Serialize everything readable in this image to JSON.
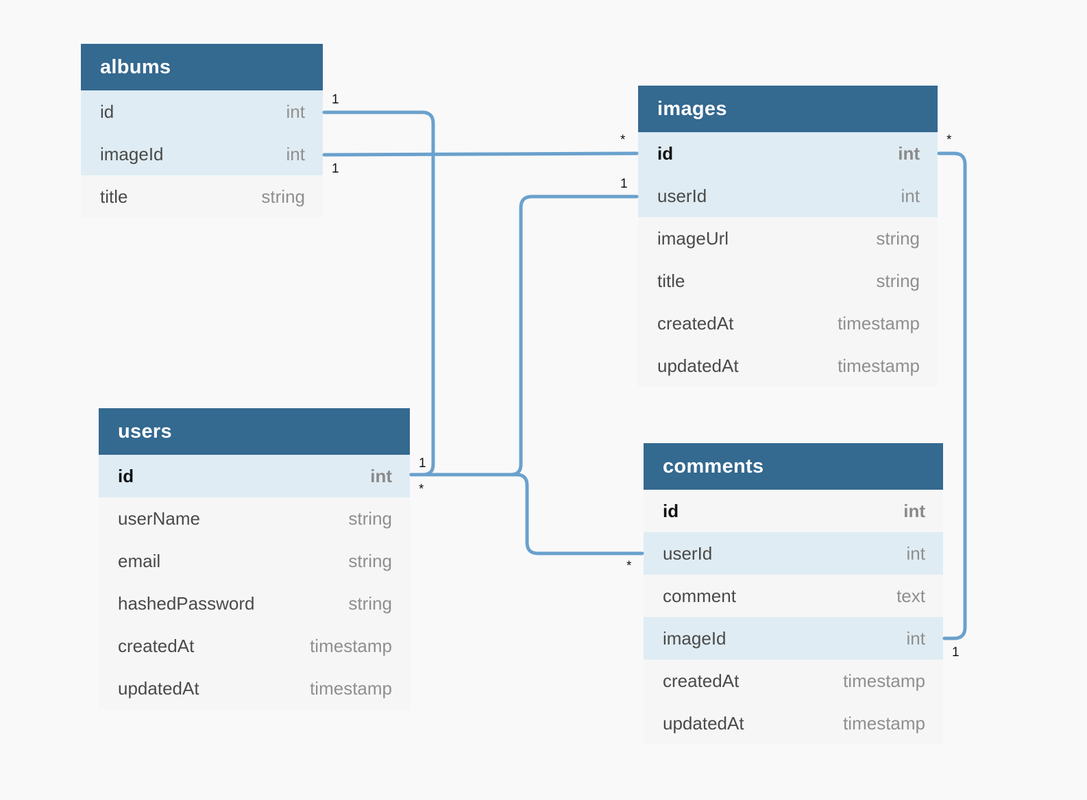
{
  "tables": {
    "albums": {
      "name": "albums",
      "fields": [
        {
          "name": "id",
          "type": "int"
        },
        {
          "name": "imageId",
          "type": "int"
        },
        {
          "name": "title",
          "type": "string"
        }
      ]
    },
    "images": {
      "name": "images",
      "fields": [
        {
          "name": "id",
          "type": "int"
        },
        {
          "name": "userId",
          "type": "int"
        },
        {
          "name": "imageUrl",
          "type": "string"
        },
        {
          "name": "title",
          "type": "string"
        },
        {
          "name": "createdAt",
          "type": "timestamp"
        },
        {
          "name": "updatedAt",
          "type": "timestamp"
        }
      ]
    },
    "users": {
      "name": "users",
      "fields": [
        {
          "name": "id",
          "type": "int"
        },
        {
          "name": "userName",
          "type": "string"
        },
        {
          "name": "email",
          "type": "string"
        },
        {
          "name": "hashedPassword",
          "type": "string"
        },
        {
          "name": "createdAt",
          "type": "timestamp"
        },
        {
          "name": "updatedAt",
          "type": "timestamp"
        }
      ]
    },
    "comments": {
      "name": "comments",
      "fields": [
        {
          "name": "id",
          "type": "int"
        },
        {
          "name": "userId",
          "type": "int"
        },
        {
          "name": "comment",
          "type": "text"
        },
        {
          "name": "imageId",
          "type": "int"
        },
        {
          "name": "createdAt",
          "type": "timestamp"
        },
        {
          "name": "updatedAt",
          "type": "timestamp"
        }
      ]
    }
  },
  "relationships": [
    {
      "from": "albums.id",
      "to": "users.id",
      "from_card": "1",
      "to_card": "1"
    },
    {
      "from": "albums.imageId",
      "to": "images.id",
      "from_card": "1",
      "to_card": "*"
    },
    {
      "from": "images.userId",
      "to": "users.id",
      "from_card": "1",
      "to_card": "*"
    },
    {
      "from": "users.id",
      "to": "comments.userId",
      "from_card": "*",
      "to_card": "*"
    },
    {
      "from": "images.id",
      "to": "comments.imageId",
      "from_card": "*",
      "to_card": "1"
    }
  ],
  "colors": {
    "header": "#346990",
    "key_row": "#dfecf3",
    "connector": "#6aa1cd",
    "background": "#f9f9f9"
  }
}
